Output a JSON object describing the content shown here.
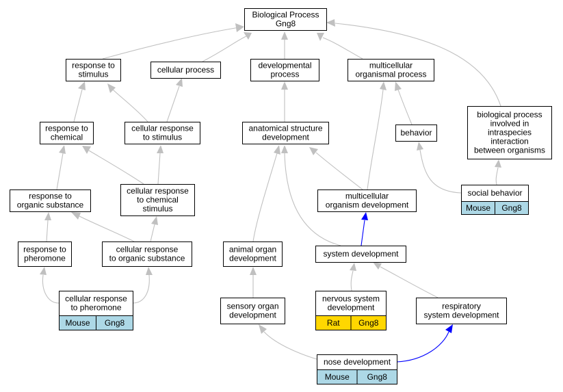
{
  "colors": {
    "edge_default": "#c0c0c0",
    "edge_highlight": "#0000ff",
    "mouse_fill": "#add8e6",
    "rat_fill": "#ffd700"
  },
  "nodes": {
    "bp": {
      "lines": [
        "Biological Process",
        "Gng8"
      ]
    },
    "resp_stim": {
      "lines": [
        "response to",
        "stimulus"
      ]
    },
    "cell_proc": {
      "lines": [
        "cellular process"
      ]
    },
    "dev_proc": {
      "lines": [
        "developmental",
        "process"
      ]
    },
    "multi_proc": {
      "lines": [
        "multicellular",
        "organismal process"
      ]
    },
    "resp_chem": {
      "lines": [
        "response to",
        "chemical"
      ]
    },
    "cell_resp_stim": {
      "lines": [
        "cellular response",
        "to stimulus"
      ]
    },
    "anat_dev": {
      "lines": [
        "anatomical structure",
        "development"
      ]
    },
    "behavior": {
      "lines": [
        "behavior"
      ]
    },
    "bp_intra": {
      "lines": [
        "biological process",
        "involved in",
        "intraspecies",
        "interaction",
        "between organisms"
      ]
    },
    "resp_org": {
      "lines": [
        "response to",
        "organic substance"
      ]
    },
    "cell_resp_chem": {
      "lines": [
        "cellular response",
        "to chemical",
        "stimulus"
      ]
    },
    "multi_org_dev": {
      "lines": [
        "multicellular",
        "organism development"
      ]
    },
    "social": {
      "lines": [
        "social behavior"
      ],
      "badge": [
        "Mouse",
        "Gng8"
      ],
      "badge_color": "mouse"
    },
    "resp_pher": {
      "lines": [
        "response to",
        "pheromone"
      ]
    },
    "cell_resp_org": {
      "lines": [
        "cellular response",
        "to organic substance"
      ]
    },
    "animal_organ": {
      "lines": [
        "animal organ",
        "development"
      ]
    },
    "sys_dev": {
      "lines": [
        "system development"
      ]
    },
    "cell_resp_pher": {
      "lines": [
        "cellular response",
        "to pheromone"
      ],
      "badge": [
        "Mouse",
        "Gng8"
      ],
      "badge_color": "mouse"
    },
    "sensory": {
      "lines": [
        "sensory organ",
        "development"
      ]
    },
    "nervous": {
      "lines": [
        "nervous system",
        "development"
      ],
      "badge": [
        "Rat",
        "Gng8"
      ],
      "badge_color": "rat"
    },
    "resp_sys": {
      "lines": [
        "respiratory",
        "system development"
      ]
    },
    "nose": {
      "lines": [
        "nose development"
      ],
      "badge": [
        "Mouse",
        "Gng8"
      ],
      "badge_color": "mouse"
    }
  },
  "edges": [
    {
      "from": "resp_stim",
      "to": "bp"
    },
    {
      "from": "cell_proc",
      "to": "bp"
    },
    {
      "from": "dev_proc",
      "to": "bp"
    },
    {
      "from": "multi_proc",
      "to": "bp"
    },
    {
      "from": "bp_intra",
      "to": "bp"
    },
    {
      "from": "resp_chem",
      "to": "resp_stim"
    },
    {
      "from": "cell_resp_stim",
      "to": "resp_stim"
    },
    {
      "from": "cell_resp_stim",
      "to": "cell_proc"
    },
    {
      "from": "anat_dev",
      "to": "dev_proc"
    },
    {
      "from": "behavior",
      "to": "multi_proc"
    },
    {
      "from": "multi_org_dev",
      "to": "multi_proc"
    },
    {
      "from": "resp_org",
      "to": "resp_chem"
    },
    {
      "from": "cell_resp_chem",
      "to": "resp_chem"
    },
    {
      "from": "cell_resp_chem",
      "to": "cell_resp_stim"
    },
    {
      "from": "multi_org_dev",
      "to": "anat_dev"
    },
    {
      "from": "animal_organ",
      "to": "anat_dev"
    },
    {
      "from": "sys_dev",
      "to": "anat_dev"
    },
    {
      "from": "social",
      "to": "behavior"
    },
    {
      "from": "social",
      "to": "bp_intra"
    },
    {
      "from": "resp_pher",
      "to": "resp_org"
    },
    {
      "from": "cell_resp_org",
      "to": "resp_org"
    },
    {
      "from": "cell_resp_org",
      "to": "cell_resp_chem"
    },
    {
      "from": "sys_dev",
      "to": "multi_org_dev",
      "highlight": true
    },
    {
      "from": "cell_resp_pher",
      "to": "resp_pher"
    },
    {
      "from": "cell_resp_pher",
      "to": "cell_resp_org"
    },
    {
      "from": "sensory",
      "to": "animal_organ"
    },
    {
      "from": "nervous",
      "to": "sys_dev"
    },
    {
      "from": "resp_sys",
      "to": "sys_dev"
    },
    {
      "from": "nose",
      "to": "sensory"
    },
    {
      "from": "nose",
      "to": "resp_sys",
      "highlight": true
    }
  ]
}
